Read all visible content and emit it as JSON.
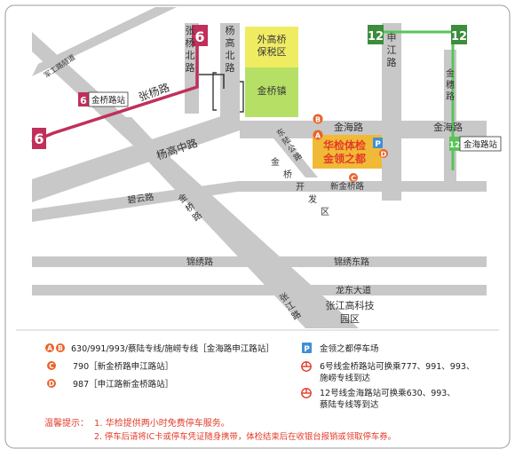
{
  "colors": {
    "road": "#c8c8c8",
    "line6": "#c0305a",
    "line12": "#59c35a",
    "line_dark": "#3a3a3a",
    "zone_yellow": "#f0ec62",
    "zone_green": "#b6e065",
    "destination": "#f1ba36",
    "accent_orange": "#e8642a",
    "parking_blue": "#3f8fd6",
    "warning_red": "#e23b2a"
  },
  "zones": {
    "waigaoqiao": "外高桥\n保税区",
    "jinqiao_town": "金桥镇",
    "destination": "华检体检\n金领之都",
    "jinqiao_dev": "金\n桥\n开\n发\n区",
    "zhangjiang": "张江高科技\n园区"
  },
  "roads": {
    "kongjiang": "军工路隧道",
    "zhangyang": "张杨路",
    "zhangyang_north": "张\n杨\n北\n路",
    "yanggao_north": "杨\n高\n北\n路",
    "yanggao_middle": "杨高中路",
    "jinhai_1": "金海路",
    "jinhai_2": "金海路",
    "shenjiang": "申\n江\n路",
    "jinsui": "金\n穗\n路",
    "dongluqian": "东\n陆\n公\n路",
    "jinqiao_road": "金\n桥\n路",
    "biyun": "碧云路",
    "xinjinqiao": "新金桥路",
    "jinxiu": "锦绣路",
    "jinxiu_east": "锦绣东路",
    "longdong": "龙东大道",
    "zhangjiang_road": "张\n江\n路"
  },
  "stations": {
    "line6_number": "6",
    "line12_number": "12",
    "jinqiao_station": "金桥路站",
    "jinhai_station": "金海路站"
  },
  "markers": {
    "A": "A",
    "B": "B",
    "C": "C",
    "D": "D",
    "P": "P"
  },
  "legend": {
    "bus_ab": "630/991/993/蔡陆专线/施崂专线［金海路申江路站］",
    "bus_c": "790［新金桥路申江路站］",
    "bus_d": "987［申江路新金桥路站］",
    "parking": "金领之都停车场",
    "metro6_line1": "6号线金桥路站可换乘777、991、993、",
    "metro6_line2": "施崂专线到达",
    "metro12_line1": "12号线金海路站可换乘630、993、",
    "metro12_line2": "蔡陆专线等到达"
  },
  "tips": {
    "label": "温馨提示：",
    "item1": "1. 华检提供两小时免费停车服务。",
    "item2": "2. 停车后请将IC卡或停车凭证随身携带，体检结束后在收银台报销或领取停车券。"
  }
}
